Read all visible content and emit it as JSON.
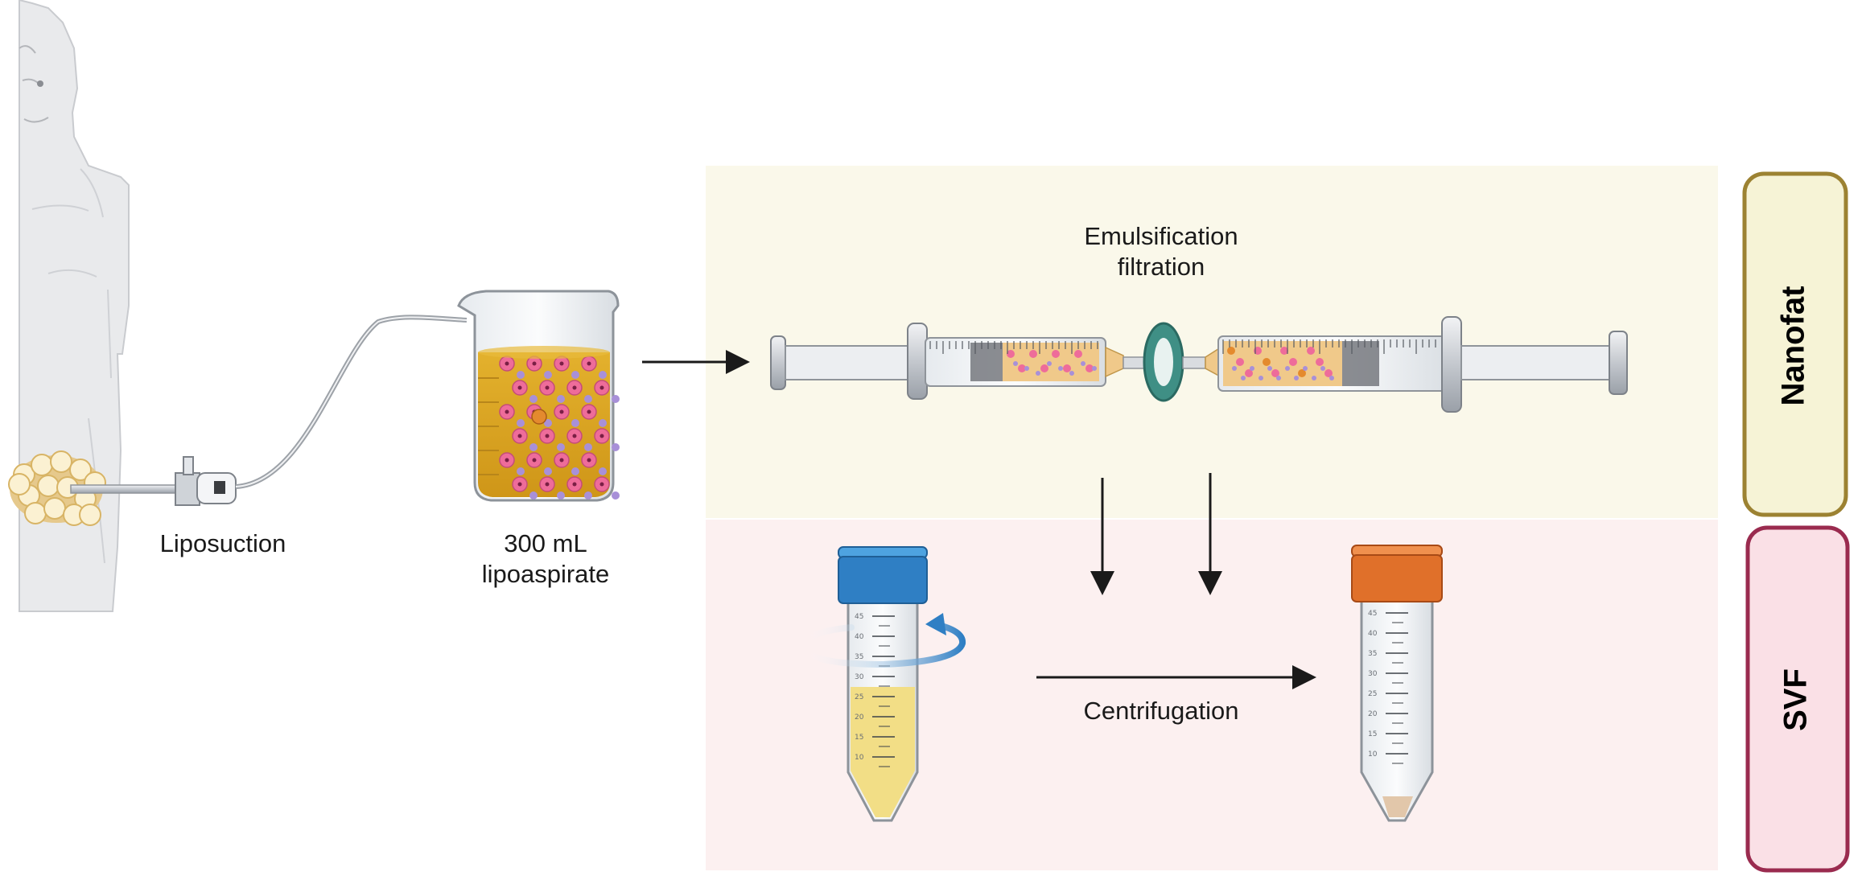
{
  "labels": {
    "liposuction": "Liposuction",
    "volume": "300 mL",
    "lipoaspirate": "lipoaspirate",
    "emulsification": "Emulsification",
    "filtration": "filtration",
    "centrifugation": "Centrifugation"
  },
  "sections": {
    "nanofat": "Nanofat",
    "svf": "SVF"
  },
  "tube_scale": [
    "45",
    "40",
    "35",
    "30",
    "25",
    "20",
    "15",
    "10"
  ],
  "colors": {
    "nanofat_panel": "#faf8ea",
    "nanofat_label_fill": "#f6f3d6",
    "nanofat_border": "#9c8232",
    "svf_panel": "#fcf0f0",
    "svf_label_fill": "#fae0e6",
    "svf_border": "#9a2b4f",
    "fat_yellow": "#dca522",
    "cell_pink": "#ee6c9a",
    "cell_purple": "#a890d8",
    "cell_orange": "#e48a2e",
    "filter_green": "#3f8f85",
    "cap_blue": "#2f7fc4",
    "cap_orange": "#e0702a"
  },
  "icons": [
    "human-figure-icon",
    "fat-tissue-icon",
    "cannula-icon",
    "beaker-icon",
    "syringe-icon",
    "filter-icon",
    "conical-tube-icon",
    "rotation-icon"
  ]
}
